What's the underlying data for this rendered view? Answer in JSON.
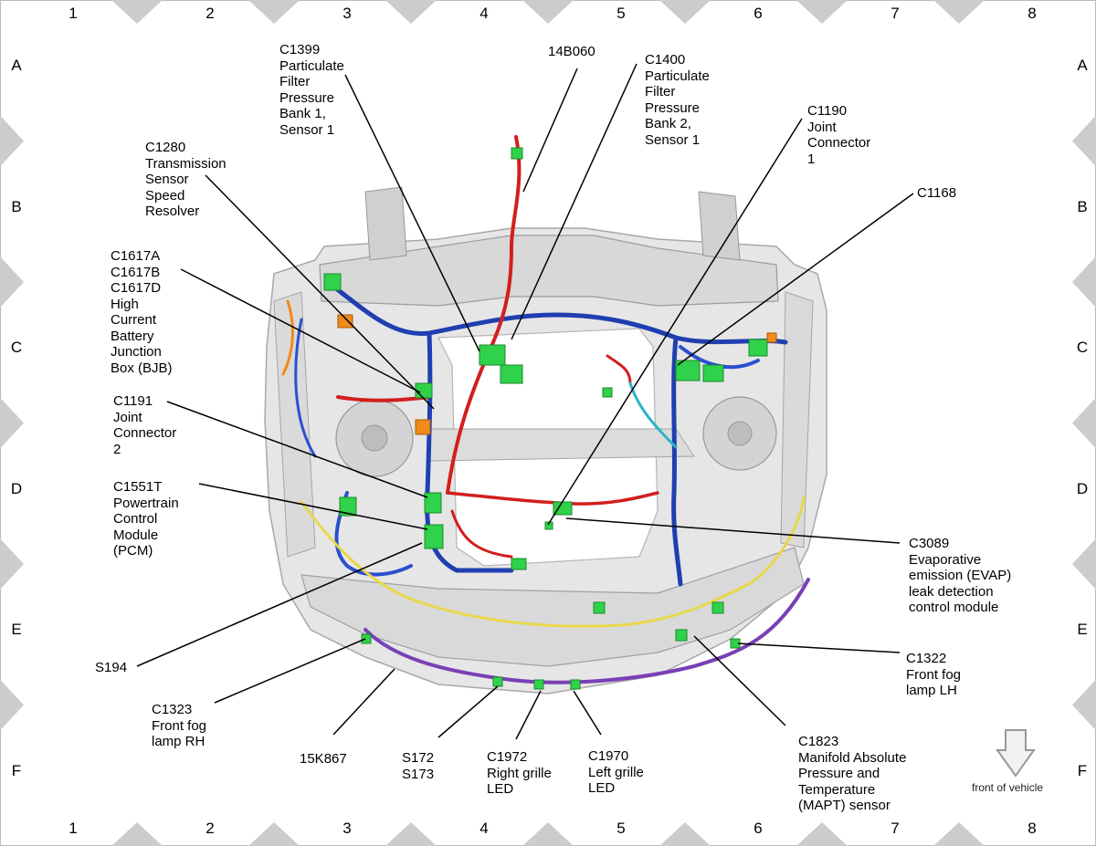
{
  "grid": {
    "columns": [
      "1",
      "2",
      "3",
      "4",
      "5",
      "6",
      "7",
      "8"
    ],
    "rows": [
      "A",
      "B",
      "C",
      "D",
      "E",
      "F"
    ]
  },
  "callouts": [
    {
      "id": "c1399",
      "text": "C1399\nParticulate\nFilter\nPressure\nBank 1,\nSensor 1"
    },
    {
      "id": "c14b060",
      "text": "14B060"
    },
    {
      "id": "c1400",
      "text": "C1400\nParticulate\nFilter\nPressure\nBank 2,\nSensor 1"
    },
    {
      "id": "c1190",
      "text": "C1190\nJoint\nConnector\n1"
    },
    {
      "id": "c1168",
      "text": "C1168"
    },
    {
      "id": "c1280",
      "text": "C1280\nTransmission\nSensor\nSpeed\nResolver"
    },
    {
      "id": "c1617",
      "text": "C1617A\nC1617B\nC1617D\nHigh\nCurrent\nBattery\nJunction\nBox (BJB)"
    },
    {
      "id": "c1191",
      "text": "C1191\nJoint\nConnector\n2"
    },
    {
      "id": "c1551t",
      "text": "C1551T\nPowertrain\nControl\nModule\n(PCM)"
    },
    {
      "id": "c3089",
      "text": "C3089\nEvaporative\nemission (EVAP)\nleak detection\ncontrol module"
    },
    {
      "id": "c1322",
      "text": "C1322\nFront fog\nlamp LH"
    },
    {
      "id": "s194",
      "text": "S194"
    },
    {
      "id": "c1323",
      "text": "C1323\nFront fog\nlamp RH"
    },
    {
      "id": "c15k867",
      "text": "15K867"
    },
    {
      "id": "s172",
      "text": "S172\nS173"
    },
    {
      "id": "c1972",
      "text": "C1972\nRight grille\nLED"
    },
    {
      "id": "c1970",
      "text": "C1970\nLeft grille\nLED"
    },
    {
      "id": "c1823",
      "text": "C1823\nManifold Absolute\nPressure and\nTemperature\n(MAPT) sensor"
    }
  ],
  "orientation": {
    "label": "front of vehicle",
    "icon": "down-arrow-icon"
  },
  "harness_colors": {
    "frame": "#cccccc",
    "blue": "#1f3fb0",
    "red": "#d21e1e",
    "yellow": "#e8d84a",
    "purple": "#7a3fb5",
    "green": "#2fd24a",
    "orange": "#f08a1a",
    "cyan": "#2ab5c8"
  }
}
